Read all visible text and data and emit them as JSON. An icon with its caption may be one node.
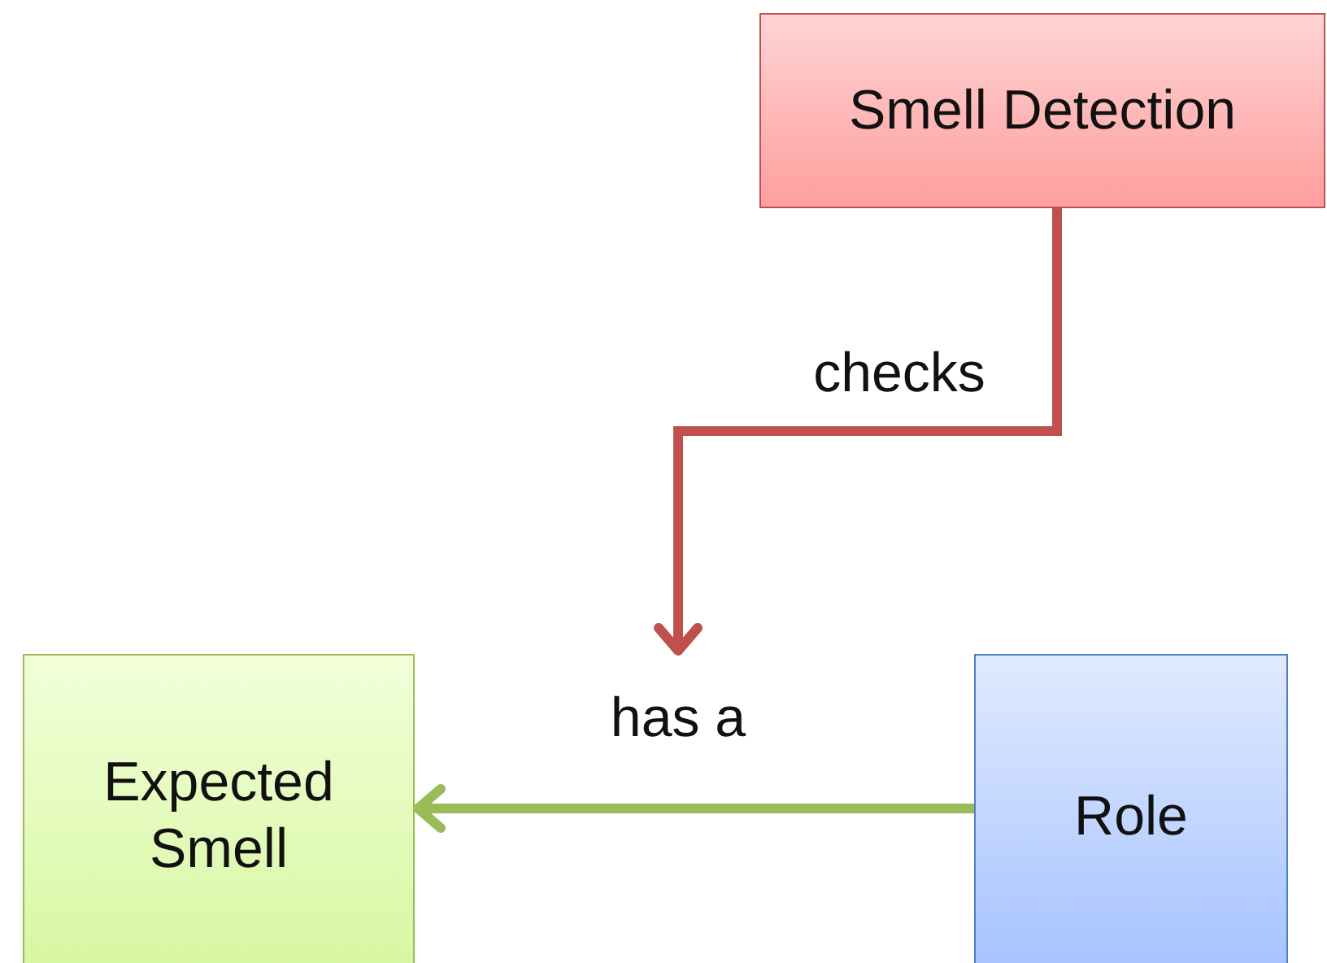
{
  "diagram": {
    "nodes": [
      {
        "text": [
          "Smell Detection"
        ]
      },
      {
        "text": [
          "Expected Smell"
        ]
      },
      {
        "text": [
          "Role"
        ]
      }
    ],
    "edges": [
      {
        "from": 0,
        "to": null,
        "arrow": "to",
        "label": "checks",
        "color": "#c0504d"
      },
      {
        "from": 2,
        "to": 1,
        "arrow": "to",
        "label": "has a",
        "color": "#9bbb59"
      }
    ]
  }
}
